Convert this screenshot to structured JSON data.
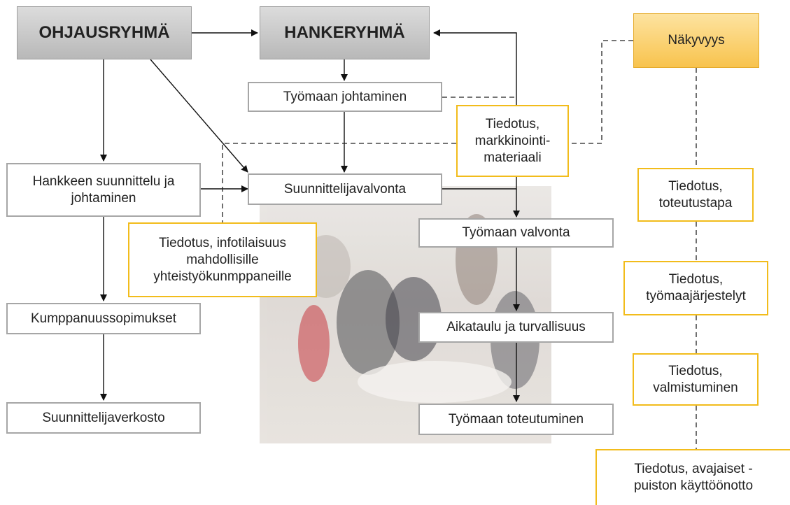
{
  "nodes": {
    "ohjausryhma": "OHJAUSRYHMÄ",
    "hankeryhma": "HANKERYHMÄ",
    "nakyvyys": "Näkyvyys",
    "tyomaan_johtaminen": "Työmaan johtaminen",
    "tiedotus_markkinointi": "Tiedotus,\nmarkkinointi-\nmateriaali",
    "hankkeen_suunnittelu": "Hankkeen suunnittelu ja\njohtaminen",
    "suunnittelijavalvonta": "Suunnittelijavalvonta",
    "tiedotus_infotilaisuus": "Tiedotus, infotilaisuus\nmahdollisille\nyhteistyökunmppaneille",
    "tyomaan_valvonta": "Työmaan valvonta",
    "kumppanuussopimukset": "Kumppanuussopimukset",
    "aikataulu": "Aikataulu ja turvallisuus",
    "suunnittelijaverkosto": "Suunnittelijaverkosto",
    "tyomaan_toteutuminen": "Työmaan toteutuminen",
    "tiedotus_toteutustapa": "Tiedotus,\ntoteutustapa",
    "tiedotus_tyomaajarjestelyt": "Tiedotus,\ntyömaajärjestelyt",
    "tiedotus_valmistuminen": "Tiedotus,\nvalmistuminen",
    "tiedotus_avajaiset": "Tiedotus, avajaiset -\npuiston käyttöönotto"
  },
  "colors": {
    "header_fill": "#c0c0c0",
    "box_border": "#a6a6a6",
    "info_border": "#f2bc1b",
    "visibility_fill": "#f8c34d"
  }
}
